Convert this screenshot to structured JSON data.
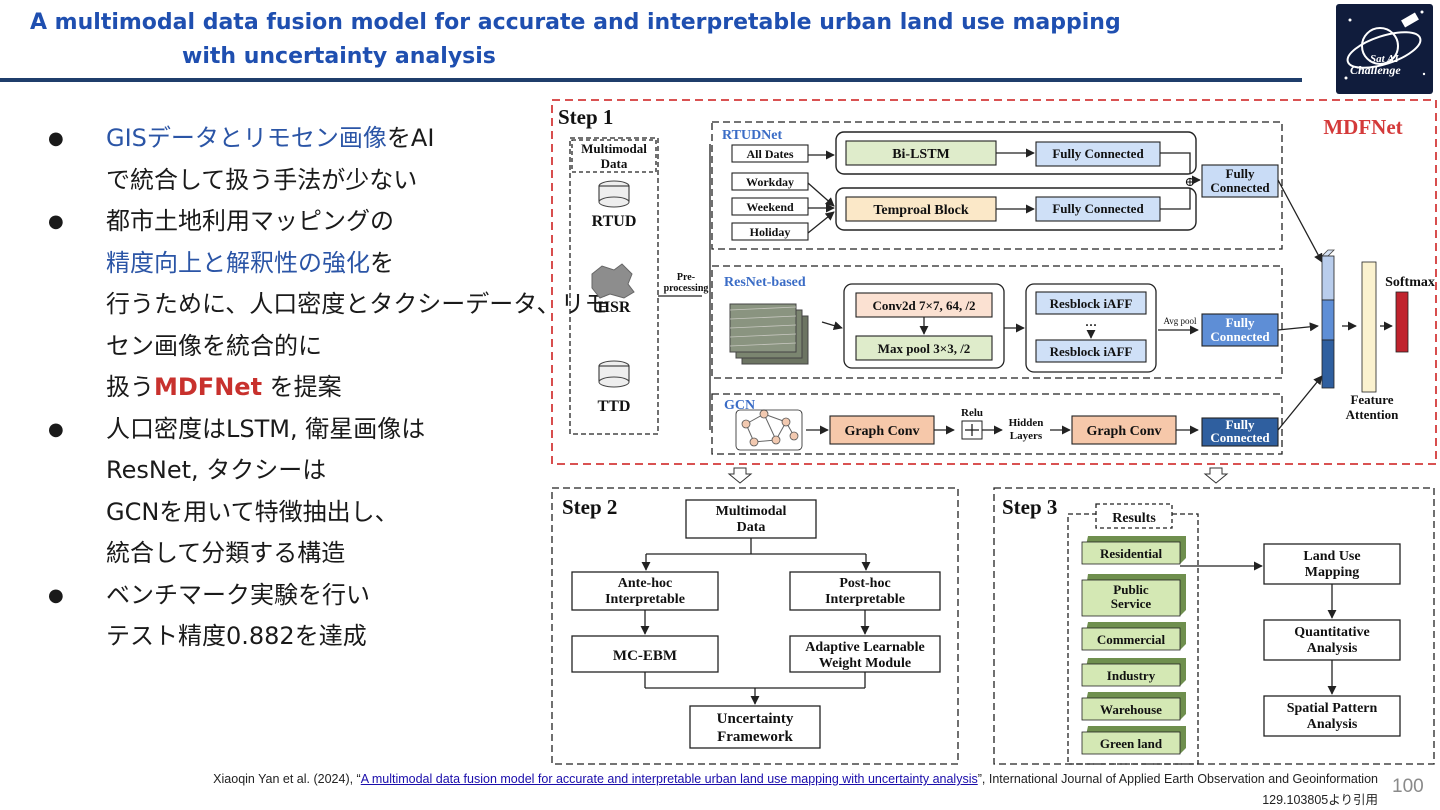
{
  "title": {
    "line1": "A multimodal data fusion model for accurate and interpretable urban land use mapping",
    "line2": "with uncertainty analysis"
  },
  "logo": {
    "text1": "Sat AI",
    "text2": "Challenge"
  },
  "bullets": [
    {
      "lines": [
        [
          {
            "t": "GISデータとリモセン画像",
            "c": "blue"
          },
          {
            "t": "をAI",
            "c": ""
          }
        ],
        [
          {
            "t": "で統合して扱う手法が少ない",
            "c": ""
          }
        ]
      ]
    },
    {
      "lines": [
        [
          {
            "t": "都市土地利用マッピングの",
            "c": ""
          }
        ],
        [
          {
            "t": "精度向上と解釈性の強化",
            "c": "blue"
          },
          {
            "t": "を",
            "c": ""
          }
        ],
        [
          {
            "t": "行うために、人口密度とタクシーデータ、リモ",
            "c": ""
          }
        ],
        [
          {
            "t": "セン画像を統合的に",
            "c": ""
          }
        ],
        [
          {
            "t": "扱う",
            "c": ""
          },
          {
            "t": "MDFNet",
            "c": "red"
          },
          {
            "t": " を提案",
            "c": ""
          }
        ]
      ]
    },
    {
      "lines": [
        [
          {
            "t": "人口密度はLSTM, 衛星画像は",
            "c": ""
          }
        ],
        [
          {
            "t": "ResNet, タクシーは",
            "c": ""
          }
        ],
        [
          {
            "t": "GCNを用いて特徴抽出し、",
            "c": ""
          }
        ],
        [
          {
            "t": "統合して分類する構造",
            "c": ""
          }
        ]
      ]
    },
    {
      "lines": [
        [
          {
            "t": "ベンチマーク実験を行い",
            "c": ""
          }
        ],
        [
          {
            "t": "テスト精度0.882を達成",
            "c": ""
          }
        ]
      ]
    }
  ],
  "bullet_marker": "●",
  "figure": {
    "step1": "Step 1",
    "mdfnet": "MDFNet",
    "multimodal_data": [
      "Multimodal",
      "Data"
    ],
    "rtud": "RTUD",
    "hsr": "HSR",
    "ttd": "TTD",
    "preprocessing": [
      "Pre-",
      "processing"
    ],
    "rtudnet": "RTUDNet",
    "all_dates": "All Dates",
    "workday": "Workday",
    "weekend": "Weekend",
    "holiday": "Holiday",
    "bilstm": "Bi-LSTM",
    "temporal_block": "Temproal Block",
    "fully_connected": "Fully Connected",
    "fully_connected_2": [
      "Fully",
      "Connected"
    ],
    "oplus": "⊕",
    "resnet_based": "ResNet-based",
    "conv2d": "Conv2d 7×7, 64, /2",
    "maxpool": "Max pool 3×3, /2",
    "resblock": "Resblock iAFF",
    "ellipsis": "···",
    "avg_pool": "Avg pool",
    "gcn": "GCN",
    "graph_conv": "Graph Conv",
    "relu": "Relu",
    "hidden_layers": [
      "Hidden",
      "Layers"
    ],
    "softmax": "Softmax",
    "feature_attention": [
      "Feature",
      "Attention"
    ],
    "step2": "Step 2",
    "s2_data": [
      "Multimodal",
      "Data"
    ],
    "ante_hoc": [
      "Ante-hoc",
      "Interpretable"
    ],
    "post_hoc": [
      "Post-hoc",
      "Interpretable"
    ],
    "mc_ebm": "MC-EBM",
    "adaptive": [
      "Adaptive Learnable",
      "Weight Module"
    ],
    "uncertainty": [
      "Uncertainty",
      "Framework"
    ],
    "step3": "Step 3",
    "results": "Results",
    "classes": [
      [
        "Residential"
      ],
      [
        "Public",
        "Service"
      ],
      [
        "Commercial"
      ],
      [
        "Industry"
      ],
      [
        "Warehouse"
      ],
      [
        "Green land"
      ]
    ],
    "land_use_mapping": [
      "Land Use",
      "Mapping"
    ],
    "quantitative": [
      "Quantitative",
      "Analysis"
    ],
    "spatial": [
      "Spatial Pattern",
      "Analysis"
    ]
  },
  "footer": {
    "author": "Xiaoqin Yan et al. (2024), “",
    "link": "A multimodal data fusion model for accurate and interpretable urban land use mapping with uncertainty analysis",
    "journal": "”, International Journal of Applied Earth Observation and Geoinformation",
    "line2": "129.103805より引用"
  },
  "page_number": "100",
  "colors": {
    "title": "#1f4fb0",
    "accent_blue": "#2b55a6",
    "accent_red": "#c8312d",
    "rule": "#1f3e6b",
    "mdfnet_red": "#d43a3a"
  }
}
